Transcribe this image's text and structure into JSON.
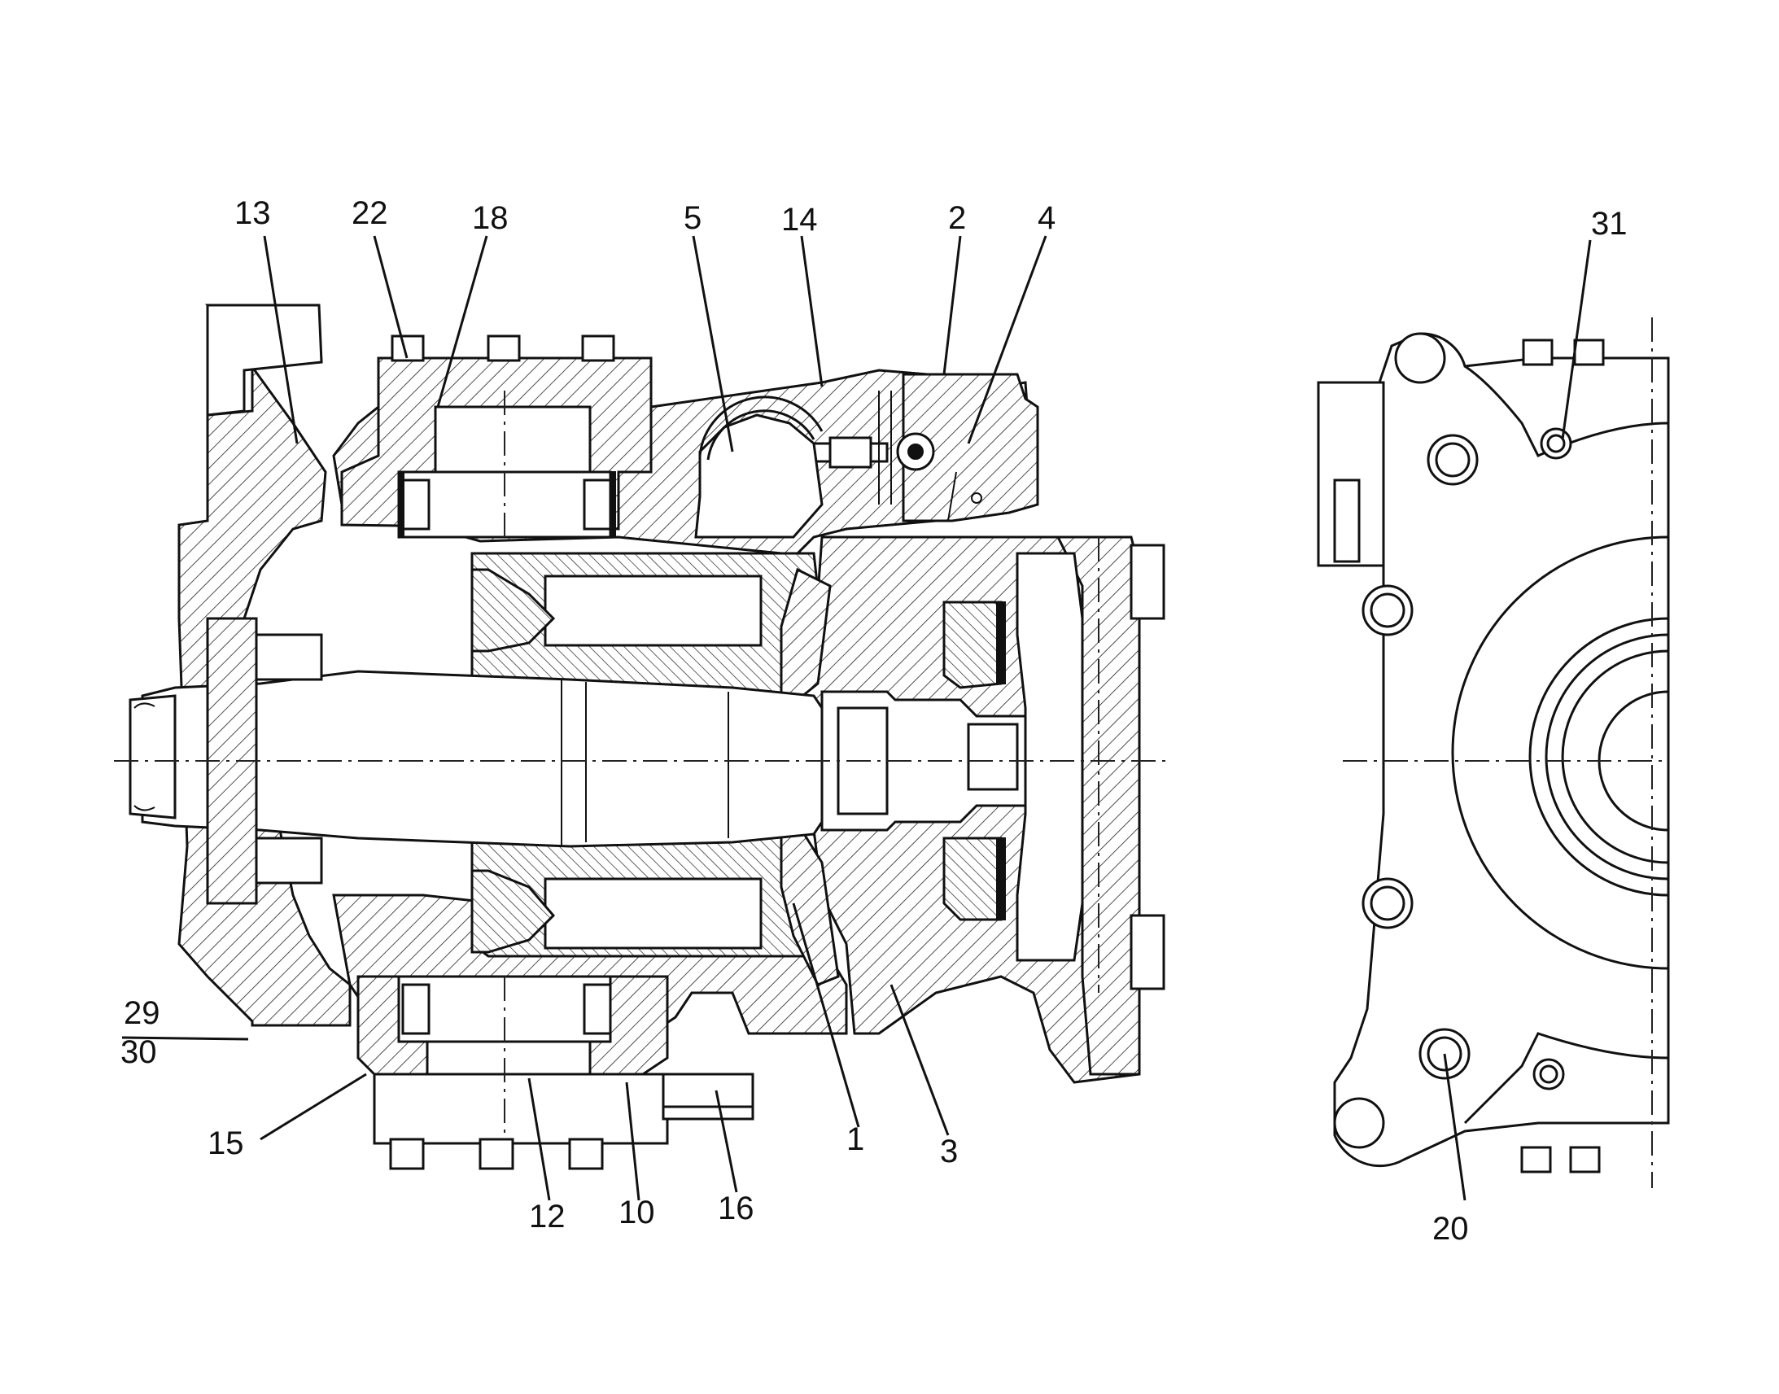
{
  "callouts": {
    "c13": "13",
    "c22": "22",
    "c18": "18",
    "c5": "5",
    "c14": "14",
    "c2": "2",
    "c4": "4",
    "c31": "31",
    "c29": "29",
    "c30": "30",
    "c15": "15",
    "c12": "12",
    "c10": "10",
    "c16": "16",
    "c1": "1",
    "c3": "3",
    "c20": "20"
  }
}
